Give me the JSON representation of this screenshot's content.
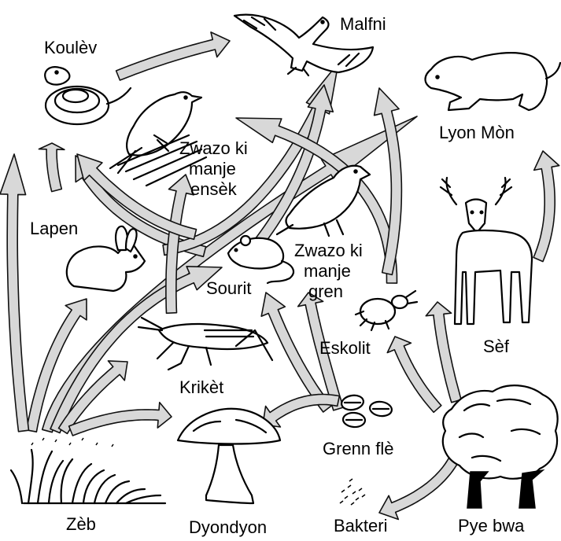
{
  "labels": {
    "malfni": "Malfni",
    "koulev": "Koulèv",
    "lyon_mon": "Lyon Mòn",
    "zwazo_ensek_1": "Zwazo ki",
    "zwazo_ensek_2": "manje",
    "zwazo_ensek_3": "ensèk",
    "lapen": "Lapen",
    "zwazo_gren_1": "Zwazo ki",
    "zwazo_gren_2": "manje",
    "zwazo_gren_3": "gren",
    "sourit": "Sourit",
    "eskolit": "Eskolit",
    "sef": "Sèf",
    "kriket": "Krikèt",
    "grenn_fle": "Grenn flè",
    "zeb": "Zèb",
    "dyondyon": "Dyondyon",
    "bakteri": "Bakteri",
    "pye_bwa": "Pye bwa"
  },
  "colors": {
    "arrow_fill": "#d8d8d8",
    "arrow_stroke": "#111111",
    "line": "#000000"
  }
}
